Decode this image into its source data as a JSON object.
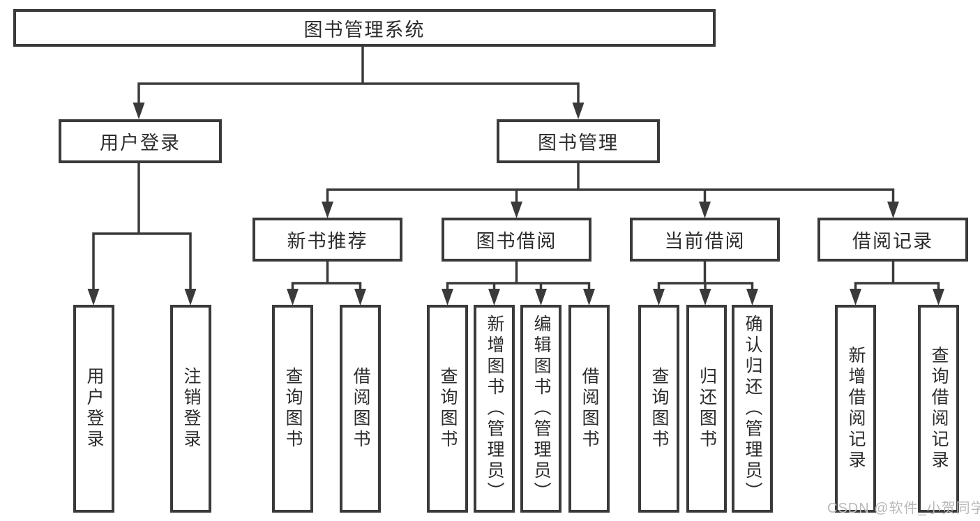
{
  "tree": {
    "root": {
      "label": "图书管理系统",
      "children": [
        {
          "label": "用户登录",
          "children": [
            {
              "label": "用户登录"
            },
            {
              "label": "注销登录"
            }
          ]
        },
        {
          "label": "图书管理",
          "children": [
            {
              "label": "新书推荐",
              "children": [
                {
                  "label": "查询图书"
                },
                {
                  "label": "借阅图书"
                }
              ]
            },
            {
              "label": "图书借阅",
              "children": [
                {
                  "label": "查询图书"
                },
                {
                  "label": "新增图书（管理员）"
                },
                {
                  "label": "编辑图书（管理员）"
                },
                {
                  "label": "借阅图书"
                }
              ]
            },
            {
              "label": "当前借阅",
              "children": [
                {
                  "label": "查询图书"
                },
                {
                  "label": "归还图书"
                },
                {
                  "label": "确认归还（管理员）"
                }
              ]
            },
            {
              "label": "借阅记录",
              "children": [
                {
                  "label": "新增借阅记录"
                },
                {
                  "label": "查询借阅记录"
                }
              ]
            }
          ]
        }
      ]
    }
  },
  "watermark": {
    "text": "CSDN @软件_小贺同学"
  },
  "colors": {
    "line": "#3a3a3a",
    "text": "#2b2b2b",
    "watermark": "#b9b9b9",
    "background": "#ffffff"
  }
}
